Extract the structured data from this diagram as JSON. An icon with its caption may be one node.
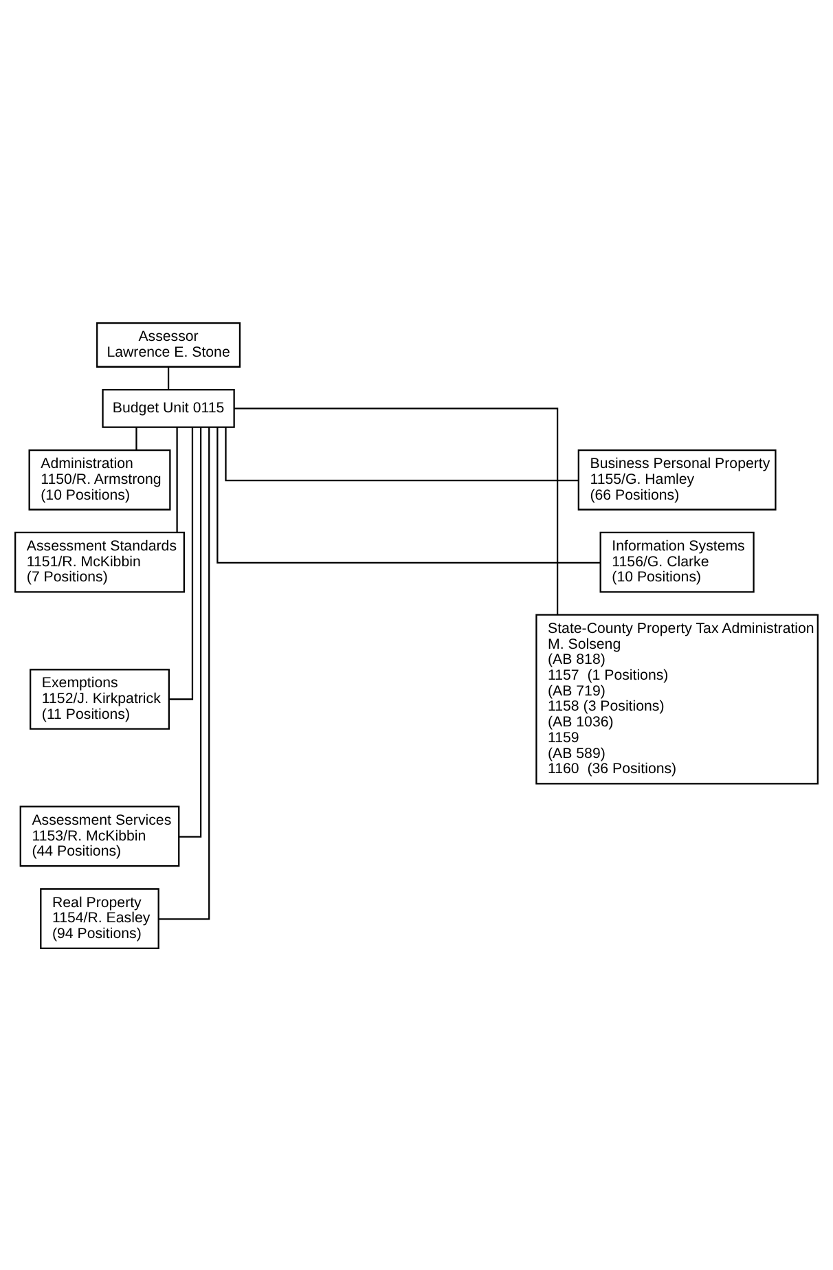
{
  "diagram": {
    "nodes": [
      {
        "text": [
          "Assessor",
          "Lawrence E. Stone"
        ]
      },
      {
        "text": [
          "Budget Unit 0115"
        ]
      },
      {
        "text": [
          "Administration",
          "1150/R. Armstrong",
          "(10 Positions)"
        ]
      },
      {
        "text": [
          "Assessment Standards",
          "1151/R. McKibbin",
          "(7 Positions)"
        ]
      },
      {
        "text": [
          "Exemptions",
          "1152/J. Kirkpatrick",
          "(11 Positions)"
        ]
      },
      {
        "text": [
          "Assessment Services",
          "1153/R. McKibbin",
          "(44 Positions)"
        ]
      },
      {
        "text": [
          "Real Property",
          "1154/R. Easley",
          "(94 Positions)"
        ]
      },
      {
        "text": [
          "Business Personal Property",
          "1155/G. Hamley",
          "(66 Positions)"
        ]
      },
      {
        "text": [
          "Information Systems",
          "1156/G. Clarke",
          "(10 Positions)"
        ]
      },
      {
        "text": [
          "State-County Property Tax Administration",
          "M. Solseng",
          "(AB 818)",
          "1157  (1 Positions)",
          "(AB 719)",
          "1158 (3 Positions)",
          "(AB 1036)",
          "1159",
          "(AB 589)",
          "1160  (36 Positions)"
        ]
      }
    ],
    "edges": [
      {
        "from": 0,
        "to": 1,
        "arrow": "none"
      },
      {
        "from": 1,
        "to": 2,
        "arrow": "none"
      },
      {
        "from": 1,
        "to": 3,
        "arrow": "none"
      },
      {
        "from": 1,
        "to": 4,
        "arrow": "none"
      },
      {
        "from": 1,
        "to": 5,
        "arrow": "none"
      },
      {
        "from": 1,
        "to": 6,
        "arrow": "none"
      },
      {
        "from": 1,
        "to": 7,
        "arrow": "none"
      },
      {
        "from": 1,
        "to": 8,
        "arrow": "none"
      },
      {
        "from": 1,
        "to": 9,
        "arrow": "none"
      }
    ]
  }
}
